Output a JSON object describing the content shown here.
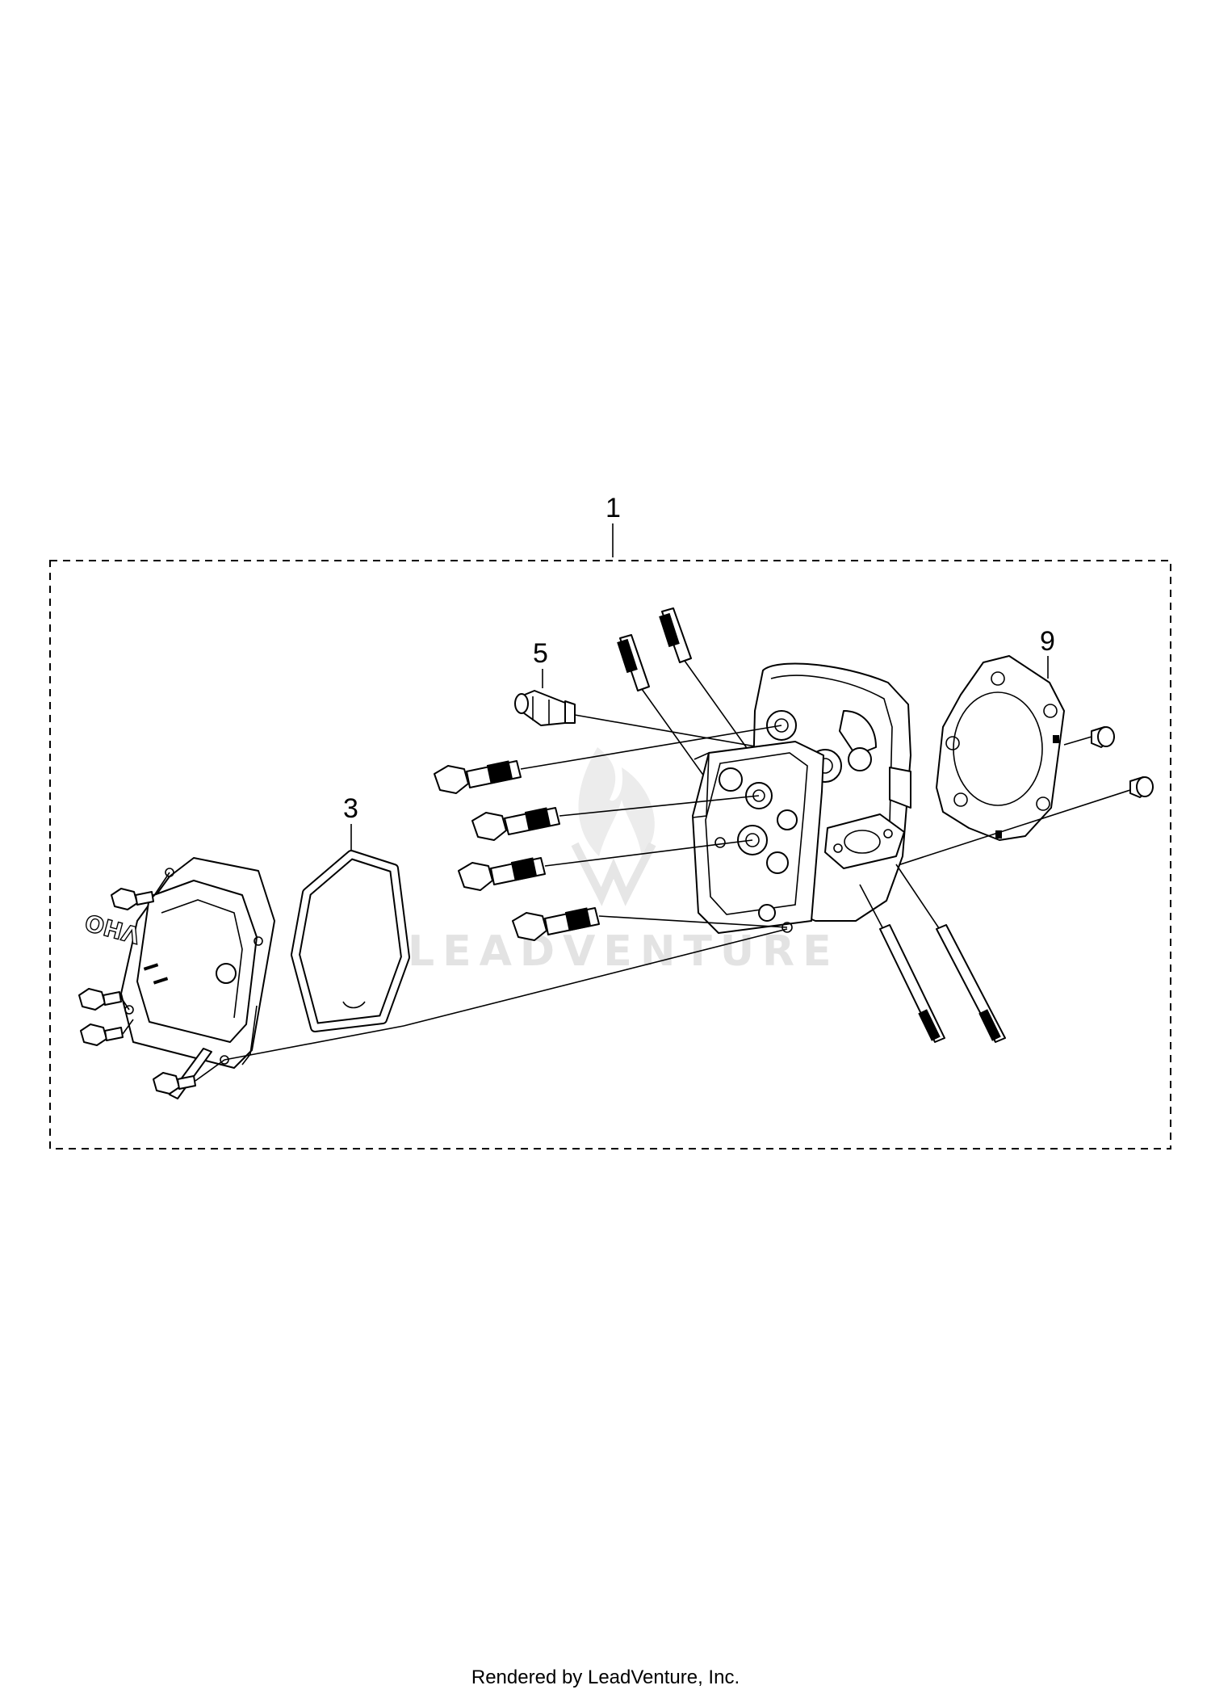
{
  "callouts": {
    "c1": "1",
    "c3": "3",
    "c5": "5",
    "c9": "9"
  },
  "cover_mark": "OHV",
  "watermark": "LEADVENTURE",
  "footer": "Rendered by LeadVenture, Inc."
}
